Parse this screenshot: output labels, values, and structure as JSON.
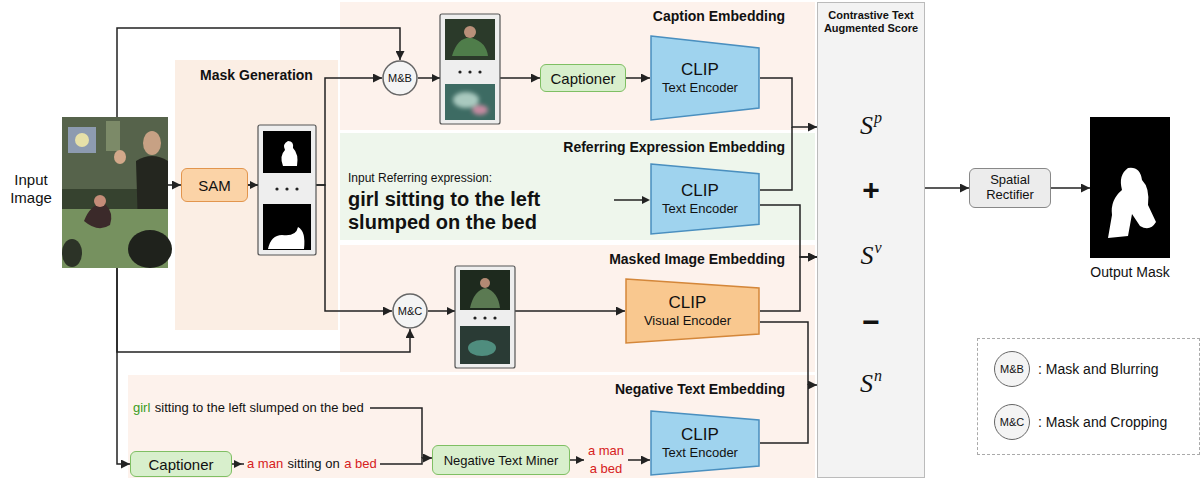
{
  "diagram": {
    "nodes": [
      {
        "text": [
          "Input Image"
        ]
      },
      {
        "text": [
          "Mask Generation"
        ]
      },
      {
        "text": [
          "SAM"
        ],
        "in": 1
      },
      {
        "text": [
          "Caption Embedding"
        ]
      },
      {
        "text": [
          "M&B"
        ],
        "in": 3
      },
      {
        "text": [
          "Captioner"
        ],
        "in": 3
      },
      {
        "text": [
          "CLIP",
          "Text Encoder"
        ],
        "in": 3
      },
      {
        "text": [
          "Referring Expression Embedding",
          "Input Referring expression:",
          "girl sitting to the left slumped on the bed"
        ]
      },
      {
        "text": [
          "CLIP",
          "Text Encoder"
        ],
        "in": 7
      },
      {
        "text": [
          "Masked Image Embedding"
        ]
      },
      {
        "text": [
          "M&C"
        ],
        "in": 9
      },
      {
        "text": [
          "CLIP",
          "Visual Encoder"
        ],
        "in": 9
      },
      {
        "text": [
          "Negative Text Embedding"
        ]
      },
      {
        "text": [
          "Captioner"
        ],
        "in": 12
      },
      {
        "text": [
          "Negative Text Miner"
        ],
        "in": 12
      },
      {
        "text": [
          "CLIP",
          "Text Encoder"
        ],
        "in": 12
      },
      {
        "text": [
          "Contrastive Text Augmented Score"
        ]
      },
      {
        "text": [
          "Spatial Rectifier"
        ]
      },
      {
        "text": [
          "Output Mask"
        ]
      }
    ],
    "edges": [
      {
        "from": 0,
        "to": 2,
        "arrow": "to"
      },
      {
        "from": 0,
        "to": 4,
        "arrow": "to"
      },
      {
        "from": 0,
        "to": 10,
        "arrow": "to"
      },
      {
        "from": 0,
        "to": 13,
        "arrow": "to"
      },
      {
        "from": 2,
        "to": 4,
        "arrow": "to"
      },
      {
        "from": 2,
        "to": 10,
        "arrow": "to"
      },
      {
        "from": 4,
        "to": 5,
        "arrow": "to"
      },
      {
        "from": 5,
        "to": 6,
        "arrow": "to"
      },
      {
        "from": 10,
        "to": 11,
        "arrow": "to"
      },
      {
        "from": 13,
        "to": 14,
        "arrow": "to"
      },
      {
        "from": 14,
        "to": 15,
        "arrow": "to"
      },
      {
        "from": 6,
        "to": 16,
        "arrow": "to"
      },
      {
        "from": 8,
        "to": 16,
        "arrow": "to"
      },
      {
        "from": 11,
        "to": 16,
        "arrow": "to"
      },
      {
        "from": 15,
        "to": 16,
        "arrow": "to"
      },
      {
        "from": 16,
        "to": 17,
        "arrow": "to"
      },
      {
        "from": 17,
        "to": 18,
        "arrow": "to"
      }
    ],
    "labels": [
      "girl",
      "sitting to the left slumped on the bed",
      "a man",
      "sitting on",
      "a bed",
      "a man",
      "a bed",
      "S",
      "p",
      "+",
      "S",
      "v",
      "−",
      "S",
      "n",
      "M&B",
      "M&C"
    ],
    "legend": [
      {
        "text": ": Mask and Blurring"
      },
      {
        "text": ": Mask and Cropping"
      }
    ]
  }
}
